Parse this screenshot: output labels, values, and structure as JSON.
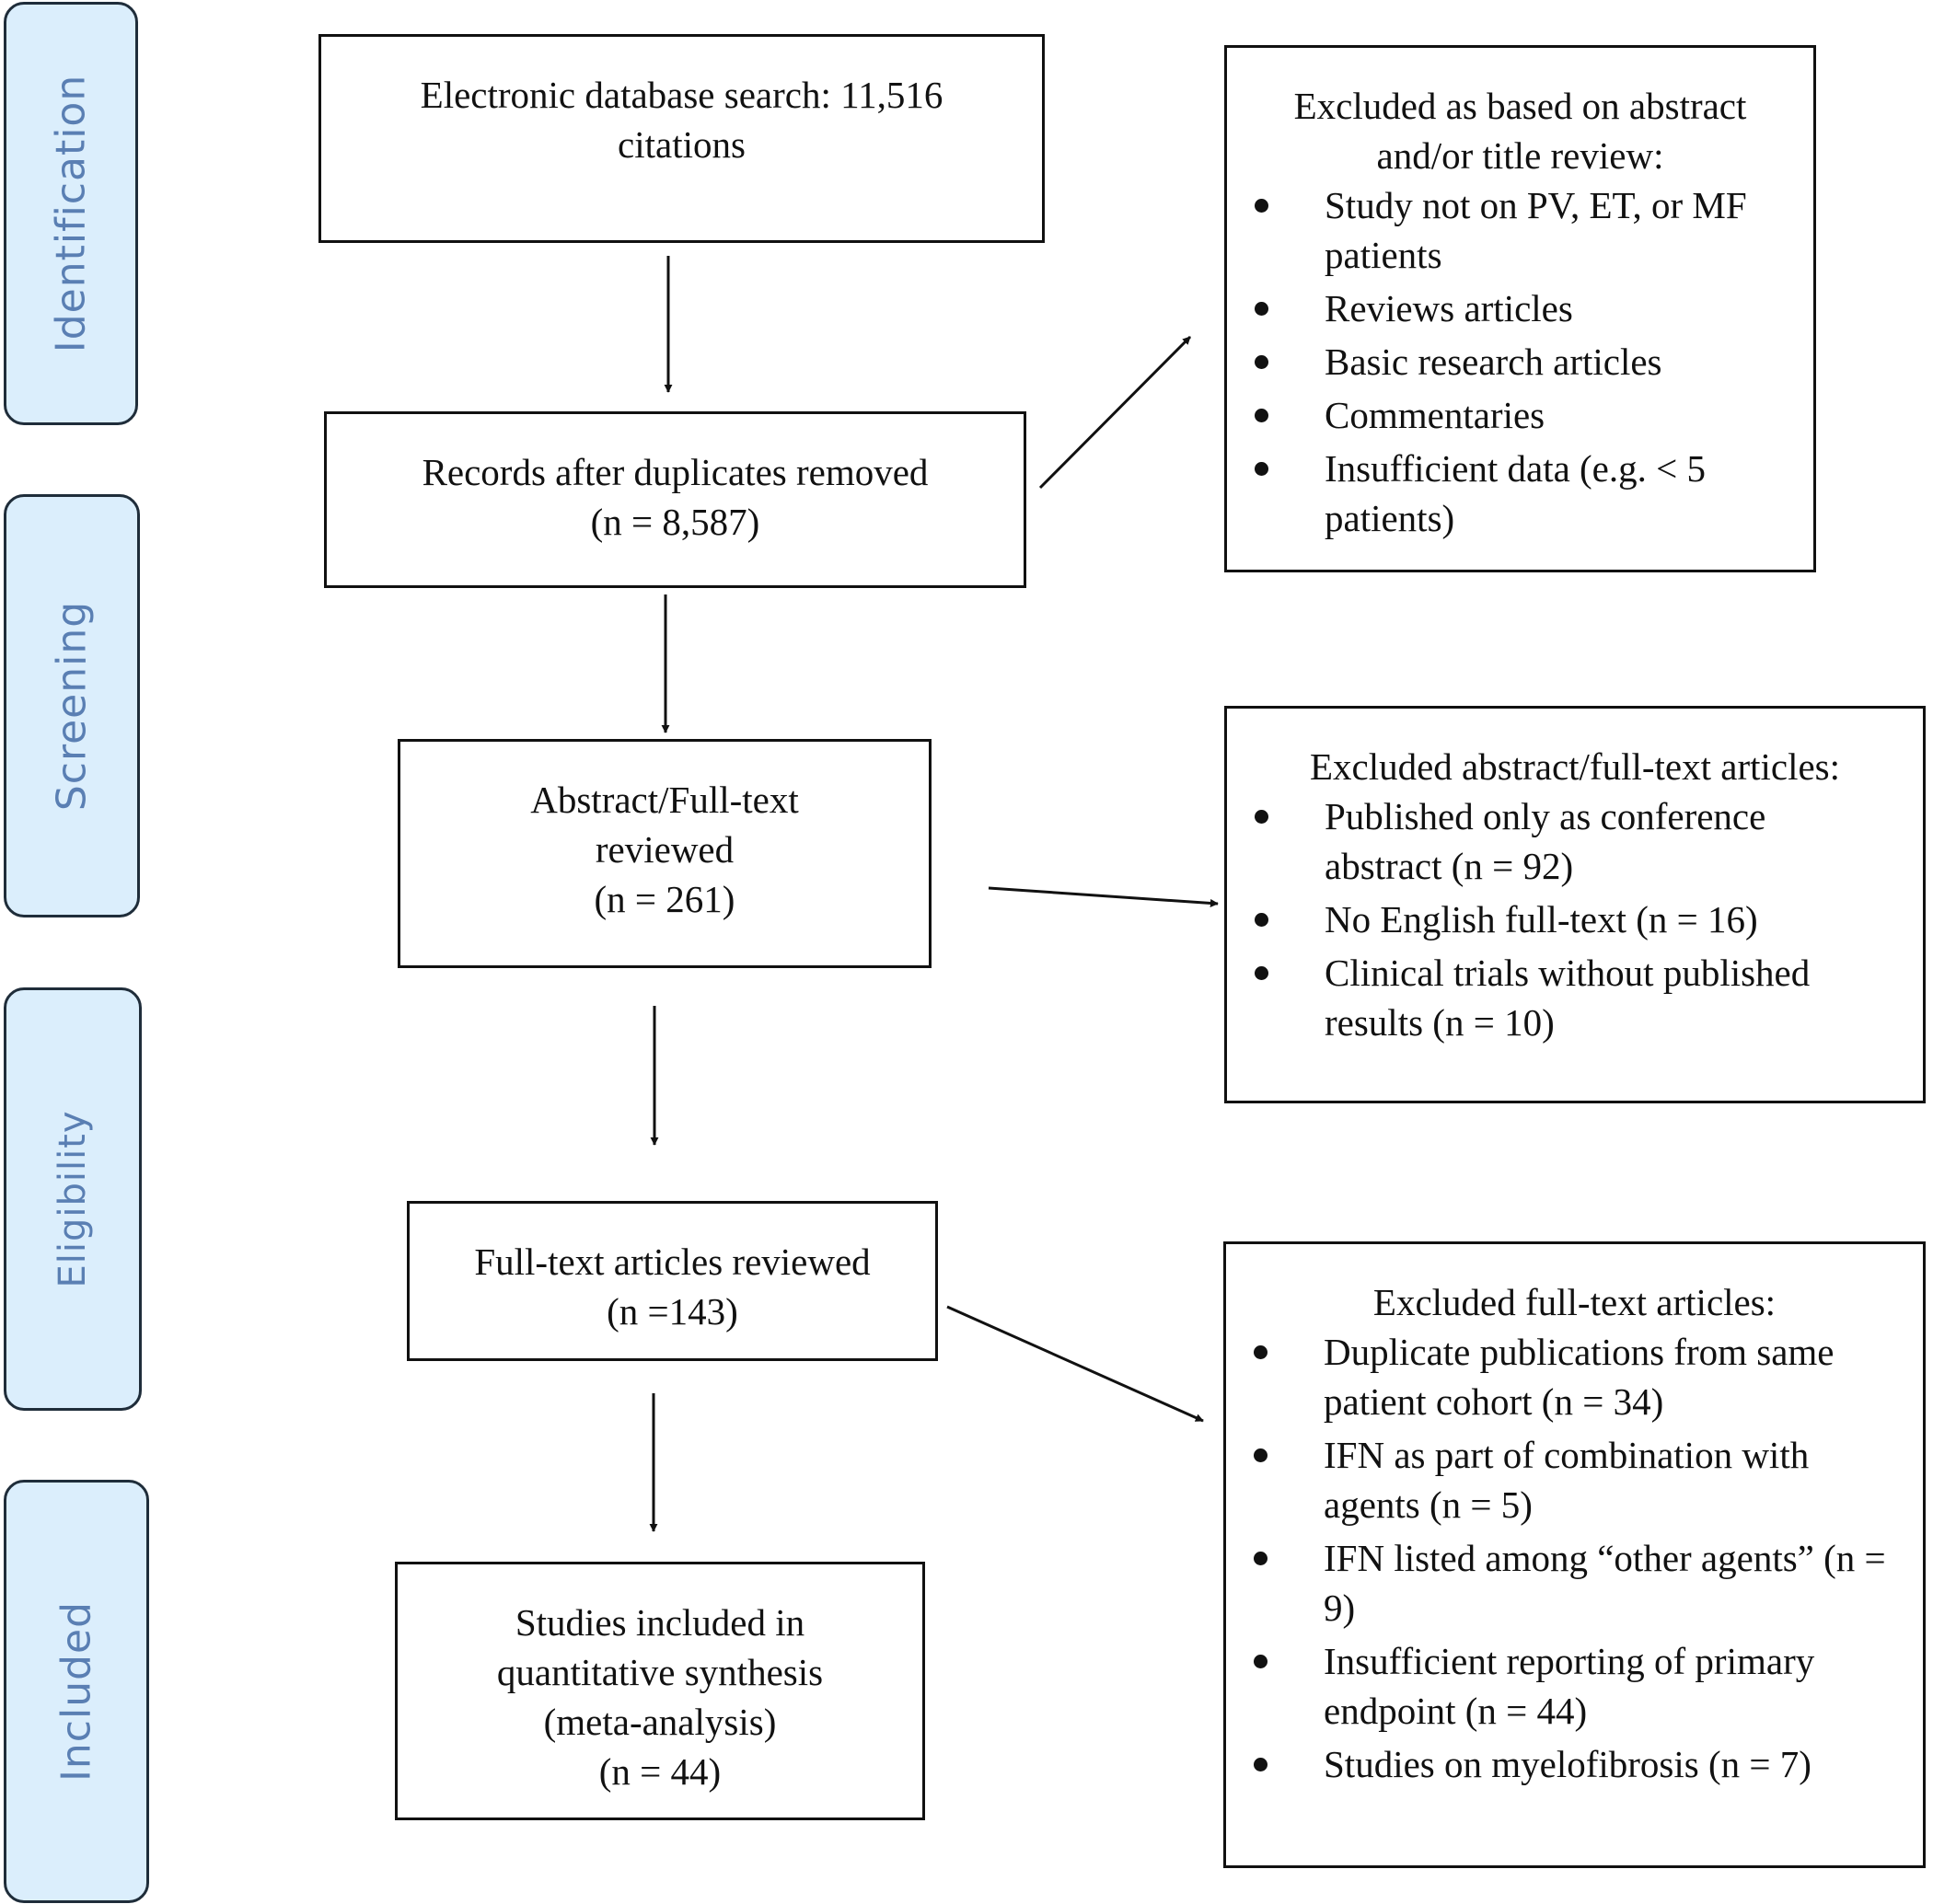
{
  "stages": [
    {
      "id": "identification",
      "label": "Identification"
    },
    {
      "id": "screening",
      "label": "Screening"
    },
    {
      "id": "eligibility",
      "label": "Eligibility"
    },
    {
      "id": "included",
      "label": "Included"
    }
  ],
  "boxes": {
    "search": {
      "lines": [
        "Electronic database search: 11,516",
        "citations"
      ]
    },
    "dedup": {
      "lines": [
        "Records after duplicates removed",
        "(n = 8,587)"
      ]
    },
    "abstract": {
      "lines": [
        "Abstract/Full-text",
        "reviewed",
        "(n = 261)"
      ]
    },
    "fulltext": {
      "lines": [
        "Full-text articles reviewed",
        "(n =143)"
      ]
    },
    "included": {
      "lines": [
        "Studies included in",
        "quantitative synthesis",
        "(meta-analysis)",
        "(n = 44)"
      ]
    }
  },
  "exclusions": {
    "title_review": {
      "title": [
        "Excluded as based on abstract",
        "and/or title review:"
      ],
      "items": [
        "Study not on PV, ET, or MF patients",
        "Reviews articles",
        "Basic research articles",
        "Commentaries",
        "Insufficient data (e.g. < 5 patients)"
      ]
    },
    "abstract_fulltext": {
      "title": [
        "Excluded abstract/full-text articles:"
      ],
      "items": [
        "Published only as conference abstract (n = 92)",
        "No English full-text (n = 16)",
        "Clinical trials without published results (n = 10)"
      ]
    },
    "fulltext": {
      "title": [
        "Excluded full-text articles:"
      ],
      "items": [
        "Duplicate publications from same patient cohort (n = 34)",
        "IFN as part of combination with agents (n = 5)",
        "IFN listed among “other agents” (n = 9)",
        "Insufficient reporting of primary endpoint (n = 44)",
        "Studies on myelofibrosis (n = 7)"
      ]
    }
  }
}
